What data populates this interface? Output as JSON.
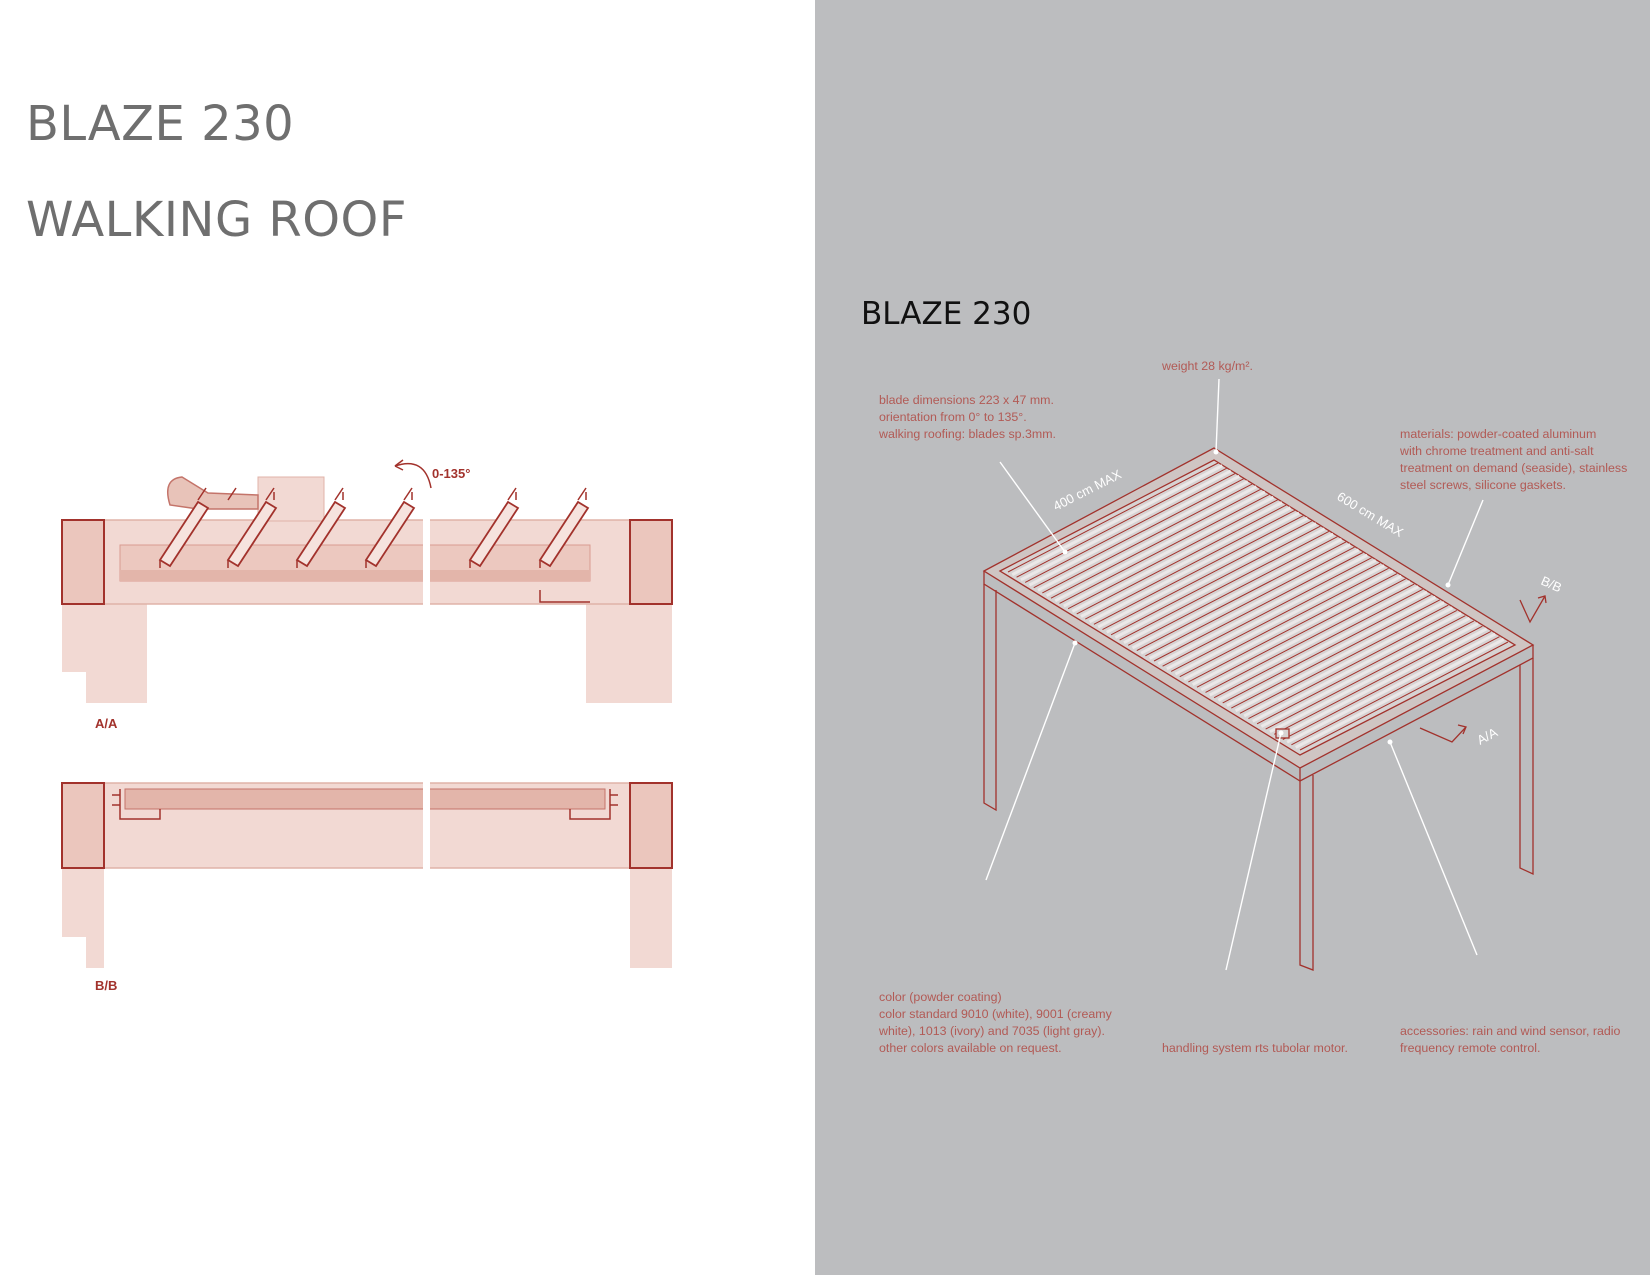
{
  "title": {
    "line1": "BLAZE 230",
    "line2": "WALKING ROOF"
  },
  "right_title": "BLAZE 230",
  "sections": {
    "aa": "A/A",
    "bb": "B/B",
    "angle": "0-135°"
  },
  "dimensions": {
    "width": "400 cm MAX",
    "length": "600 cm MAX"
  },
  "markers": {
    "aa": "A/A",
    "bb": "B/B"
  },
  "notes": {
    "weight": "weight 28 kg/m².",
    "blade": [
      "blade dimensions 223 x 47 mm.",
      "orientation from 0° to 135°.",
      "walking roofing: blades sp.3mm."
    ],
    "materials": [
      "materials: powder-coated  aluminum",
      "with chrome treatment and anti-salt",
      "treatment on demand (seaside), stainless",
      "steel screws, silicone gaskets."
    ],
    "color": [
      "color (powder coating)",
      "color  standard 9010 (white), 9001 (creamy",
      "white), 1013 (ivory) and 7035 (light gray).",
      "other colors available on request."
    ],
    "handling": "handling system rts tubolar motor.",
    "accessories": [
      "accessories: rain and wind sensor, radio",
      "frequency remote control."
    ]
  },
  "colors": {
    "line": "#a2322c",
    "fill": "#f2d9d3",
    "fill_dark": "#e3b5aa",
    "panel": "#bcbdbf",
    "note": "#b25a55"
  }
}
